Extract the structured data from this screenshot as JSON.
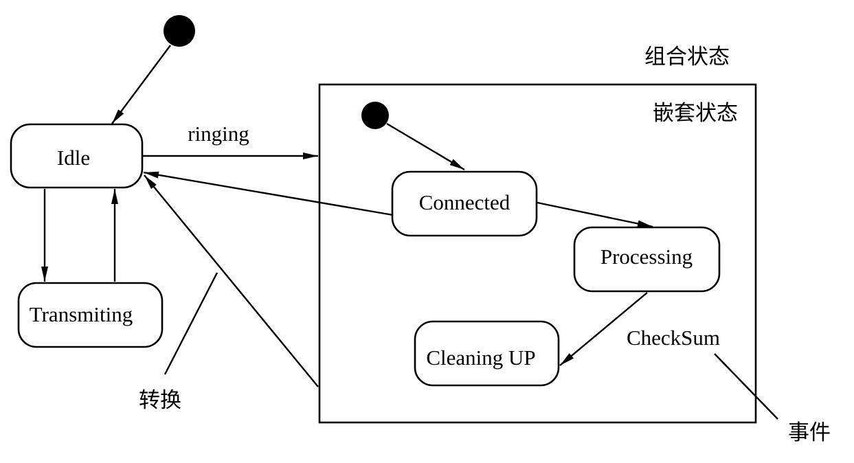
{
  "colors": {
    "stroke": "#000000",
    "background": "#ffffff"
  },
  "diagram": {
    "states": {
      "idle": "Idle",
      "transmiting": "Transmiting",
      "connected": "Connected",
      "processing": "Processing",
      "cleaning_up": "Cleaning UP"
    },
    "transitions": {
      "ringing": "ringing",
      "checksum": "CheckSum"
    },
    "annotations": {
      "composite_state": "组合状态",
      "nested_state": "嵌套状态",
      "transition": "转换",
      "event": "事件"
    }
  }
}
